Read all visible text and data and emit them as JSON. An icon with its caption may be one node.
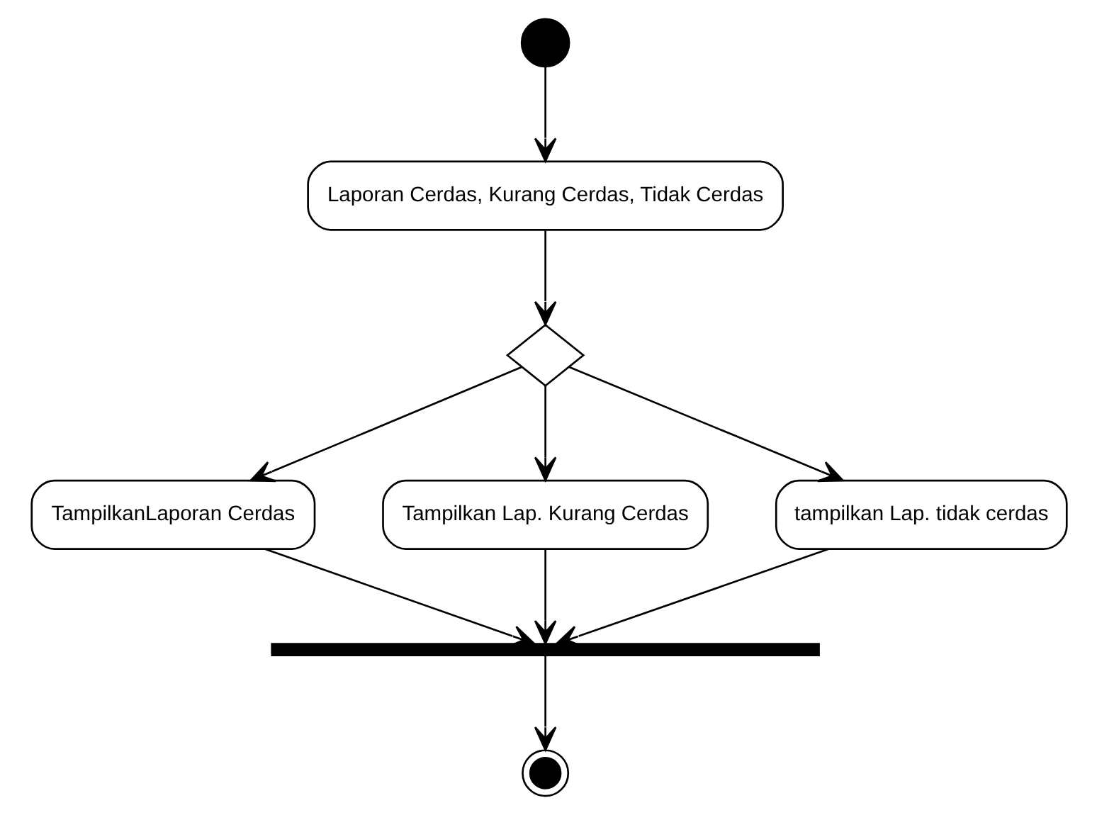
{
  "diagram": {
    "nodes": [
      {
        "text": [],
        "shape": "circle"
      },
      {
        "text": [
          "Laporan Cerdas, Kurang Cerdas, Tidak Cerdas"
        ]
      },
      {
        "text": [],
        "shape": "diamond"
      },
      {
        "text": [
          "TampilkanLaporan Cerdas"
        ]
      },
      {
        "text": [
          "Tampilkan Lap. Kurang Cerdas"
        ]
      },
      {
        "text": [
          "tampilkan Lap. tidak cerdas"
        ]
      },
      {
        "text": [],
        "shape": "bar"
      },
      {
        "text": [],
        "shape": "circle"
      }
    ],
    "edges": [
      {
        "from": 0,
        "to": 1,
        "arrow": "to"
      },
      {
        "from": 1,
        "to": 2,
        "arrow": "to"
      },
      {
        "from": 2,
        "to": 3,
        "arrow": "to"
      },
      {
        "from": 2,
        "to": 4,
        "arrow": "to"
      },
      {
        "from": 2,
        "to": 5,
        "arrow": "to"
      },
      {
        "from": 3,
        "to": 6,
        "arrow": "to"
      },
      {
        "from": 4,
        "to": 6,
        "arrow": "to"
      },
      {
        "from": 5,
        "to": 6,
        "arrow": "to"
      },
      {
        "from": 6,
        "to": 7,
        "arrow": "to"
      }
    ]
  }
}
